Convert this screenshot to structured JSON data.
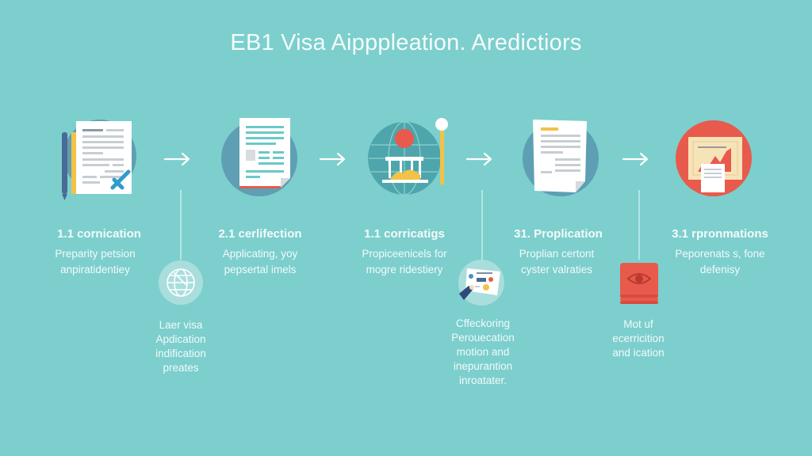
{
  "title": "EB1 Visa Aipppleation. Aredictiors",
  "colors": {
    "background": "#7ccfcd",
    "circle_dark": "#5e9fb3",
    "accent_red": "#e85a4c",
    "accent_yellow": "#f3c247",
    "text": "#ffffff"
  },
  "steps": [
    {
      "icon": "document-pen-icon",
      "title": "1.1 cornication",
      "desc": [
        "Preparity petsion",
        "anpiratidentiey"
      ]
    },
    {
      "icon": "document-icon",
      "title": "2.1 cerlifection",
      "desc": [
        "Applicating, yoy",
        "pepsertal imels"
      ]
    },
    {
      "icon": "globe-building-icon",
      "title": "1.1 corricatigs",
      "desc": [
        "Propiceenicels for",
        "mogre ridestiery"
      ]
    },
    {
      "icon": "document-highlight-icon",
      "title": "31. Proplication",
      "desc": [
        "Proplian certont",
        "cyster valraties"
      ]
    },
    {
      "icon": "chart-report-icon",
      "title": "3.1 rpronmations",
      "desc": [
        "Peporenats s, fone",
        "defenisy"
      ]
    }
  ],
  "arrows": [
    "arrow-right",
    "arrow-right",
    "arrow-right",
    "arrow-right"
  ],
  "sub_nodes": [
    {
      "icon": "globe-icon",
      "lines": [
        "Laer visa",
        "Apdication",
        "indification",
        "preates"
      ]
    },
    {
      "icon": "hand-document-icon",
      "lines": [
        "Cffeckoring",
        "Perouecation",
        "motion and",
        "inepurantion",
        "inroatater."
      ]
    },
    {
      "icon": "eye-stack-icon",
      "lines": [
        "Mot uf",
        "ecerricition",
        "and ication"
      ]
    }
  ]
}
